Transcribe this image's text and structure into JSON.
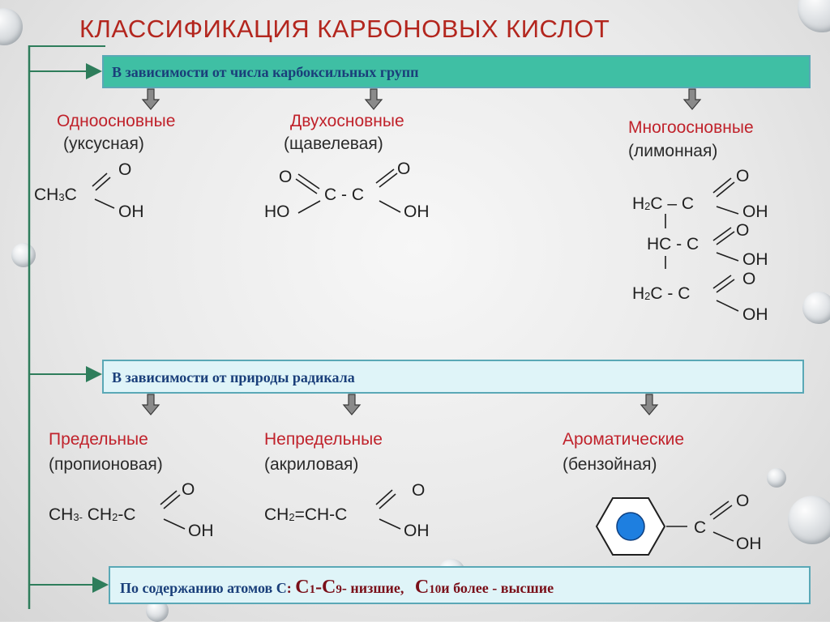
{
  "title": "КЛАССИФИКАЦИЯ КАРБОНОВЫХ КИСЛОТ",
  "section1": {
    "label": "В зависимости от числа карбоксильных групп",
    "categories": [
      {
        "name": "Одноосновные",
        "example": "(уксусная)"
      },
      {
        "name": "Двухосновные",
        "example": "(щавелевая)"
      },
      {
        "name": "Многоосновные",
        "example": "(лимонная)"
      }
    ]
  },
  "section2": {
    "label": "В зависимости от природы радикала",
    "categories": [
      {
        "name": "Предельные",
        "example": "(пропионовая)"
      },
      {
        "name": "Непредельные",
        "example": "(акриловая)"
      },
      {
        "name": "Ароматические",
        "example": "(бензойная)"
      }
    ]
  },
  "section3": {
    "prefix": "По содержанию атомов С",
    "colon": ":",
    "c1": "С",
    "c1_sub": "1",
    "dash": "-С",
    "c9_sub": "9",
    "low": "- низшие,",
    "c10": "С",
    "c10_sub": "10",
    "high": "и более - высшие"
  },
  "formulas": {
    "O": "O",
    "OH": "OH",
    "HO": "HO",
    "C": "C",
    "acetic_r": "CH",
    "acetic_sub": "3",
    "acetic_c": "C",
    "oxalic_mid": "C - C",
    "citric_l1": "H",
    "citric_l1_sub": "2",
    "citric_l1_rest": "C – C",
    "citric_l2": "HC - C",
    "citric_l3": "H",
    "citric_l3_sub": "2",
    "citric_l3_rest": "C - C",
    "prop_a": "CH",
    "prop_a_sub": "3-",
    "prop_b": " CH",
    "prop_b_sub": "2",
    "prop_c": "-C",
    "acr_a": "CH",
    "acr_a_sub": "2",
    "acr_b": "=CH-C"
  },
  "colors": {
    "accent_red": "#c0222b",
    "header_box": "#3fbfa4",
    "light_box": "#dff4f8",
    "tree_line": "#2e7d5b",
    "benzene_dot": "#1e7fe0"
  }
}
